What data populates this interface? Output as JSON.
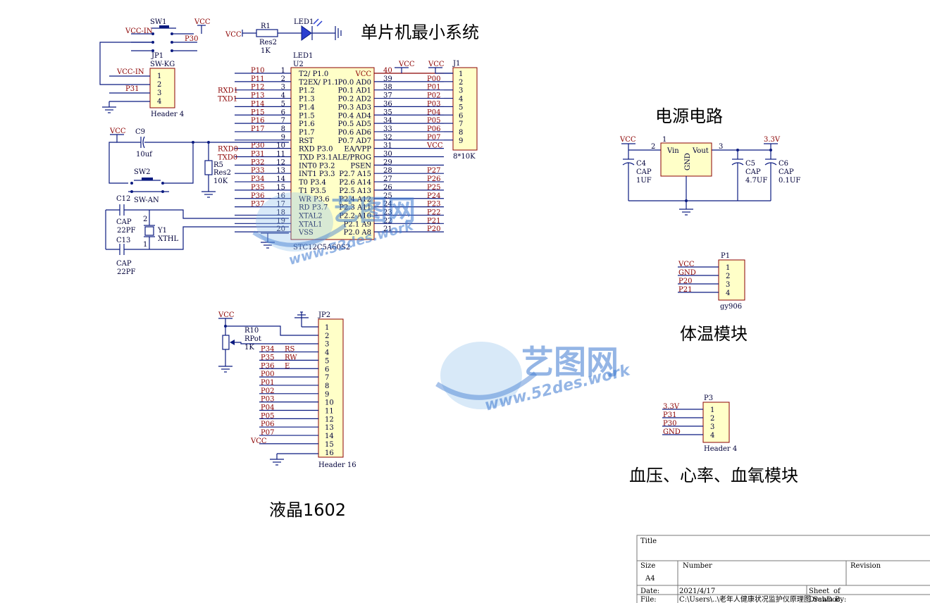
{
  "titles": {
    "mcu": "单片机最小系统",
    "power": "电源电路",
    "temp": "体温模块",
    "bp": "血压、心率、血氧模块",
    "lcd": "液晶1602"
  },
  "watermark": {
    "brand": "艺图网",
    "url": "www.52des.work"
  },
  "mcu": {
    "designator": "U2",
    "part": "STC12C5A60S2",
    "left_pins": [
      {
        "num": "1",
        "name": "T2/ P1.0",
        "net": "P10"
      },
      {
        "num": "2",
        "name": "T2EX/ P1.1",
        "net": "P11"
      },
      {
        "num": "3",
        "name": "P1.2",
        "net": "P12",
        "extra": "RXD1"
      },
      {
        "num": "4",
        "name": "P1.3",
        "net": "P13",
        "extra": "TXD1"
      },
      {
        "num": "5",
        "name": "P1.4",
        "net": "P14"
      },
      {
        "num": "6",
        "name": "P1.5",
        "net": "P15"
      },
      {
        "num": "7",
        "name": "P1.6",
        "net": "P16"
      },
      {
        "num": "8",
        "name": "P1.7",
        "net": "P17"
      },
      {
        "num": "9",
        "name": "RST",
        "net": ""
      },
      {
        "num": "10",
        "name": "RXD P3.0",
        "net": "P30",
        "extra": "RXD0"
      },
      {
        "num": "11",
        "name": "TXD P3.1",
        "net": "P31",
        "extra": "TXD0"
      },
      {
        "num": "12",
        "name": "INT0 P3.2",
        "net": "P32"
      },
      {
        "num": "13",
        "name": "INT1 P3.3",
        "net": "P33"
      },
      {
        "num": "14",
        "name": "T0 P3.4",
        "net": "P34"
      },
      {
        "num": "15",
        "name": "T1 P3.5",
        "net": "P35"
      },
      {
        "num": "16",
        "name": "WR P3.6",
        "net": "P36"
      },
      {
        "num": "17",
        "name": "RD P3.7",
        "net": "P37"
      },
      {
        "num": "18",
        "name": "XTAL2",
        "net": ""
      },
      {
        "num": "19",
        "name": "XTAL1",
        "net": ""
      },
      {
        "num": "20",
        "name": "VSS",
        "net": ""
      }
    ],
    "right_pins": [
      {
        "num": "40",
        "name": "VCC",
        "net": ""
      },
      {
        "num": "39",
        "name": "P0.0 AD0",
        "net": "P00"
      },
      {
        "num": "38",
        "name": "P0.1 AD1",
        "net": "P01"
      },
      {
        "num": "37",
        "name": "P0.2 AD2",
        "net": "P02"
      },
      {
        "num": "36",
        "name": "P0.3 AD3",
        "net": "P03"
      },
      {
        "num": "35",
        "name": "P0.4 AD4",
        "net": "P04"
      },
      {
        "num": "34",
        "name": "P0.5 AD5",
        "net": "P05"
      },
      {
        "num": "33",
        "name": "P0.6 AD6",
        "net": "P06"
      },
      {
        "num": "32",
        "name": "P0.7 AD7",
        "net": "P07"
      },
      {
        "num": "31",
        "name": "EA/VPP",
        "net": "VCC"
      },
      {
        "num": "30",
        "name": "ALE/PROG",
        "net": ""
      },
      {
        "num": "29",
        "name": "PSEN",
        "net": ""
      },
      {
        "num": "28",
        "name": "P2.7 A15",
        "net": "P27"
      },
      {
        "num": "27",
        "name": "P2.6 A14",
        "net": "P26"
      },
      {
        "num": "26",
        "name": "P2.5 A13",
        "net": "P25"
      },
      {
        "num": "25",
        "name": "P2.4 A12",
        "net": "P24"
      },
      {
        "num": "24",
        "name": "P2.3 A11",
        "net": "P23"
      },
      {
        "num": "23",
        "name": "P2.2 A10",
        "net": "P22"
      },
      {
        "num": "22",
        "name": "P2.1 A9",
        "net": "P21"
      },
      {
        "num": "21",
        "name": "P2.0 A8",
        "net": "P20"
      }
    ]
  },
  "j1": {
    "designator": "J1",
    "part": "8*10K",
    "vcc": "VCC",
    "pins": [
      "1",
      "2",
      "3",
      "4",
      "5",
      "6",
      "7",
      "8",
      "9"
    ]
  },
  "led": {
    "vcc": "VCC",
    "r_des": "R1",
    "r_part": "Res2",
    "r_val": "1K",
    "led_des": "LED1",
    "led_part": "LED1"
  },
  "sw1": {
    "des": "SW1",
    "vcc_in": "VCC-IN",
    "vcc": "VCC",
    "net": "P30"
  },
  "jp1": {
    "des": "JP1",
    "part": "SW-KG",
    "footer": "Header 4",
    "nets": [
      "VCC-IN",
      "",
      "P31",
      ""
    ],
    "pins": [
      "1",
      "2",
      "3",
      "4"
    ]
  },
  "reset": {
    "vcc": "VCC",
    "c_des": "C9",
    "c_val": "10uf",
    "sw_des": "SW2",
    "sw_part": "SW-AN",
    "r_des": "R5",
    "r_part": "Res2",
    "r_val": "10K"
  },
  "crystal": {
    "c12": "C12",
    "c13": "C13",
    "cap": "CAP",
    "val": "22PF",
    "y_des": "Y1",
    "y_part": "XTHL",
    "pin1": "1",
    "pin2": "2"
  },
  "power": {
    "vcc": "VCC",
    "v33": "3.3V",
    "reg_pin1": "1",
    "reg_pin2": "2",
    "reg_pin3": "3",
    "vin": "Vin",
    "vout": "Vout",
    "gnd": "GND",
    "c4": "C4",
    "c5": "C5",
    "c6": "C6",
    "cap": "CAP",
    "c4v": "1UF",
    "c5v": "4.7UF",
    "c6v": "0.1UF"
  },
  "p1": {
    "des": "P1",
    "part": "gy906",
    "nets": [
      "VCC",
      "GND",
      "P20",
      "P21"
    ],
    "pins": [
      "1",
      "2",
      "3",
      "4"
    ]
  },
  "p3": {
    "des": "P3",
    "part": "Header 4",
    "nets": [
      "3.3V",
      "P31",
      "P30",
      "GND"
    ],
    "pins": [
      "1",
      "2",
      "3",
      "4"
    ]
  },
  "jp2": {
    "des": "JP2",
    "part": "Header 16",
    "pins": [
      "1",
      "2",
      "3",
      "4",
      "5",
      "6",
      "7",
      "8",
      "9",
      "10",
      "11",
      "12",
      "13",
      "14",
      "15",
      "16"
    ],
    "nets": [
      "",
      "",
      "",
      "P34",
      "P35",
      "P36",
      "P00",
      "P01",
      "P02",
      "P03",
      "P04",
      "P05",
      "P06",
      "P07",
      "VCC",
      ""
    ],
    "sigs": [
      "",
      "",
      "",
      "RS",
      "RW",
      "E",
      "",
      "",
      "",
      "",
      "",
      "",
      "",
      "",
      "",
      ""
    ],
    "pot_vcc": "VCC",
    "pot_des": "R10",
    "pot_part": "RPot",
    "pot_val": "1K"
  },
  "titleblock": {
    "title_label": "Title",
    "size_label": "Size",
    "size": "A4",
    "number_label": "Number",
    "revision_label": "Revision",
    "date_label": "Date:",
    "date": "2021/4/17",
    "sheet_label": "Sheet",
    "of_label": "of",
    "file_label": "File:",
    "file": "C:\\Users\\..\\老年人健康状况监护仪原理图.SchDoc",
    "drawn_label": "Drawn By:"
  }
}
